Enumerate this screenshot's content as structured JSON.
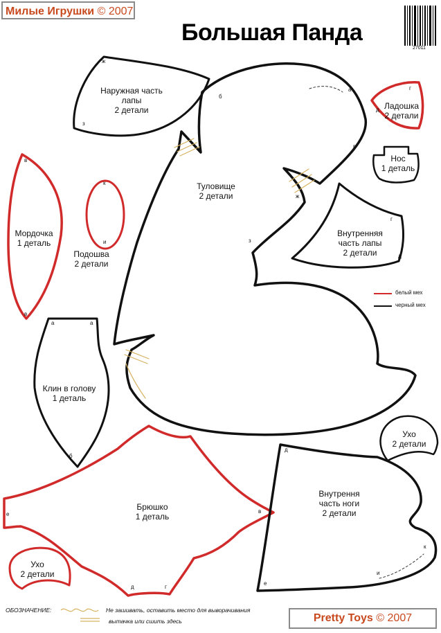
{
  "header": {
    "brand_name": "Милые Игрушки",
    "brand_year": "© 2007",
    "title": "Большая Панда",
    "barcode_number": "27011"
  },
  "pieces": {
    "outer_paw": {
      "line1": "Наружная часть",
      "line2": "лапы",
      "line3": "2 детали"
    },
    "torso": {
      "line1": "Туловище",
      "line2": "2 детали"
    },
    "palm": {
      "line1": "Ладошка",
      "line2": "2 детали"
    },
    "nose": {
      "line1": "Нос",
      "line2": "1 деталь"
    },
    "muzzle": {
      "line1": "Мордочка",
      "line2": "1 деталь"
    },
    "sole": {
      "line1": "Подошва",
      "line2": "2 детали"
    },
    "inner_paw": {
      "line1": "Внутренняя",
      "line2": "часть лапы",
      "line3": "2 детали"
    },
    "head_gusset": {
      "line1": "Клин в голову",
      "line2": "1 деталь"
    },
    "ear_right": {
      "line1": "Ухо",
      "line2": "2 детали"
    },
    "belly": {
      "line1": "Брюшко",
      "line2": "1 деталь"
    },
    "inner_leg": {
      "line1": "Внутрення",
      "line2": "часть ноги",
      "line3": "2 детали"
    },
    "ear_left": {
      "line1": "Ухо",
      "line2": "2 детали"
    }
  },
  "marks": {
    "zh": "ж",
    "z": "з",
    "b": "б",
    "a": "а",
    "v": "в",
    "g": "г",
    "d": "д",
    "k": "к",
    "i": "и",
    "e": "е"
  },
  "legend": {
    "white_fur": "белый мех",
    "black_fur": "черный мех",
    "white_color": "#d12a2a",
    "black_color": "#111111"
  },
  "footer": {
    "notation_label": "ОБОЗНАЧЕНИЕ:",
    "notation_text1": "Не зашивать, оставить место  для выворачивания",
    "notation_text2": "вытачка или сшить здесь",
    "pretty_name": "Pretty Toys",
    "pretty_year": "© 2007"
  },
  "colors": {
    "brand": "#c8491e",
    "red_outline": "#d12a2a",
    "black_outline": "#111111",
    "stitch": "#d6b25e"
  }
}
